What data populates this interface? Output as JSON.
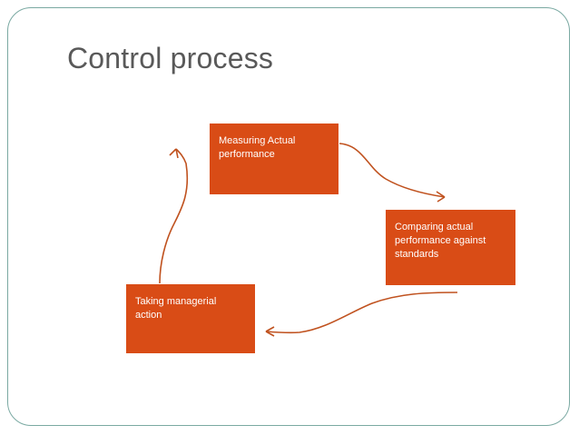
{
  "slide": {
    "title": "Control process",
    "border_color": "#7aa9a2",
    "title_color": "#595959",
    "box_color": "#d94c16",
    "box_text_color": "#ffffff",
    "arrow_color": "#c0521f"
  },
  "diagram": {
    "type": "cycle-flowchart",
    "nodes": [
      {
        "id": "measuring",
        "label": "Measuring Actual\nperformance"
      },
      {
        "id": "comparing",
        "label": "Comparing actual\nperformance against\nstandards"
      },
      {
        "id": "action",
        "label": "Taking managerial\naction"
      }
    ],
    "connectors": [
      {
        "from": "measuring",
        "to": "comparing",
        "style": "curved-arrow"
      },
      {
        "from": "comparing",
        "to": "action",
        "style": "curved-arrow"
      },
      {
        "from": "action",
        "to": "measuring",
        "style": "curved-arrow"
      }
    ]
  }
}
